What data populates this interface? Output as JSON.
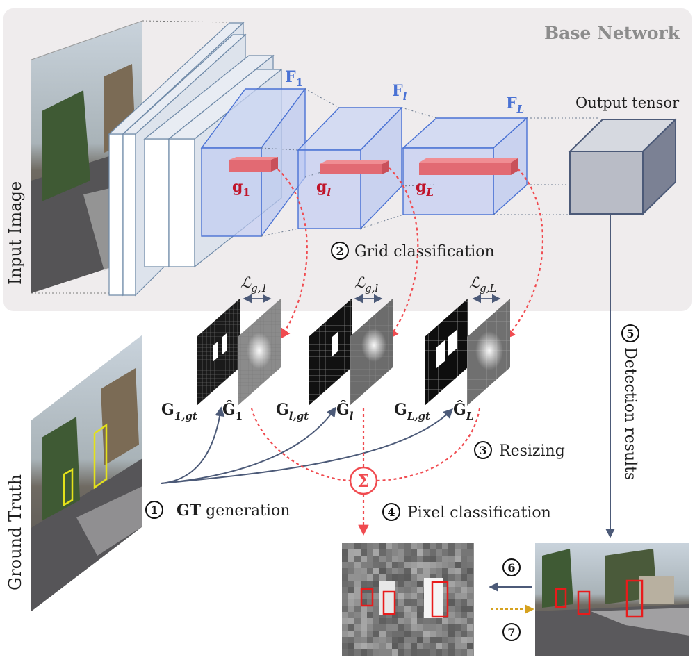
{
  "title": "Base Network",
  "input_label": "Input Image",
  "gt_label": "Ground Truth",
  "output_label": "Output tensor",
  "features": [
    {
      "base": "F",
      "sub": "1"
    },
    {
      "base": "F",
      "sub": "l"
    },
    {
      "base": "F",
      "sub": "L"
    }
  ],
  "grids": [
    {
      "base": "g",
      "sub": "1"
    },
    {
      "base": "g",
      "sub": "l"
    },
    {
      "base": "g",
      "sub": "L"
    }
  ],
  "losses": [
    {
      "base": "ℒ",
      "sub": "g,1"
    },
    {
      "base": "ℒ",
      "sub": "g,l"
    },
    {
      "base": "ℒ",
      "sub": "g,L"
    }
  ],
  "gt_maps": [
    {
      "base": "G",
      "sub": "1,gt"
    },
    {
      "base": "G",
      "sub": "l,gt"
    },
    {
      "base": "G",
      "sub": "L,gt"
    }
  ],
  "pred_maps": [
    {
      "base": "Ĝ",
      "sub": "1"
    },
    {
      "base": "Ĝ",
      "sub": "l"
    },
    {
      "base": "Ĝ",
      "sub": "L"
    }
  ],
  "steps": [
    {
      "num": "1",
      "bold": "GT",
      "text": " generation"
    },
    {
      "num": "2",
      "text": "Grid classification"
    },
    {
      "num": "3",
      "text": "Resizing"
    },
    {
      "num": "4",
      "text": "Pixel classification"
    },
    {
      "num": "5",
      "text": "Detection results"
    },
    {
      "num": "6",
      "text": ""
    },
    {
      "num": "7",
      "text": ""
    }
  ],
  "sum_symbol": "Σ",
  "colors": {
    "panel": "#efeced",
    "feature_blue": "#4a72d4",
    "grid_red": "#e26a73",
    "arrow_red": "#f04b50",
    "arrow_navy": "#4c5a78",
    "arrow_gold": "#d6a21f",
    "box_yellow": "#e4e21a",
    "box_red": "#e81b1b"
  }
}
